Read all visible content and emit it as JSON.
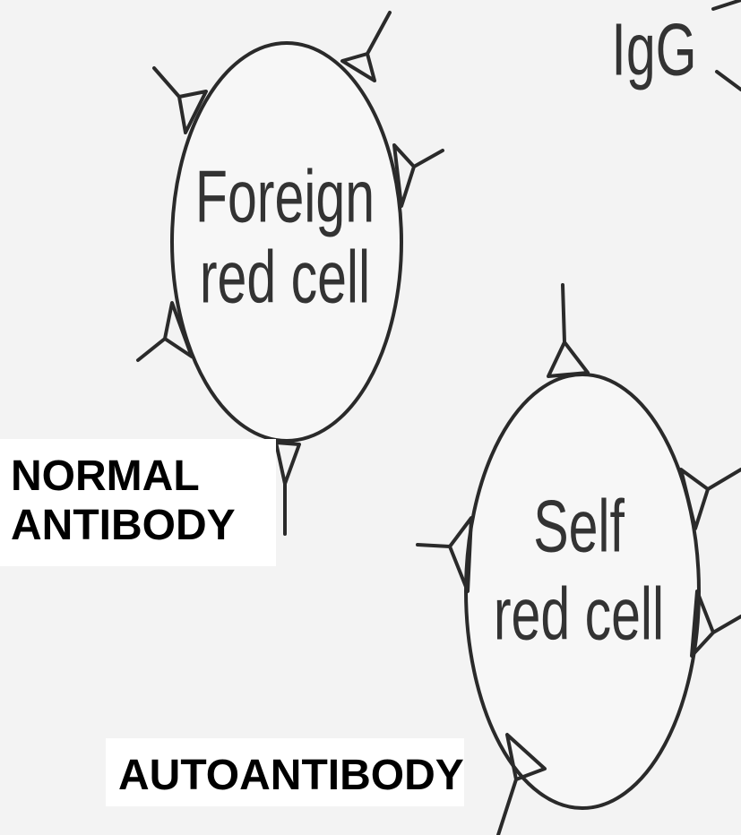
{
  "diagram": {
    "antibody_label": "IgG",
    "foreign_cell": {
      "line1": "Foreign",
      "line2": "red cell"
    },
    "self_cell": {
      "line1": "Self",
      "line2": "red cell"
    }
  },
  "labels": {
    "normal_line1": "NORMAL",
    "normal_line2": "ANTIBODY",
    "autoantibody": "AUTOANTIBODY"
  }
}
